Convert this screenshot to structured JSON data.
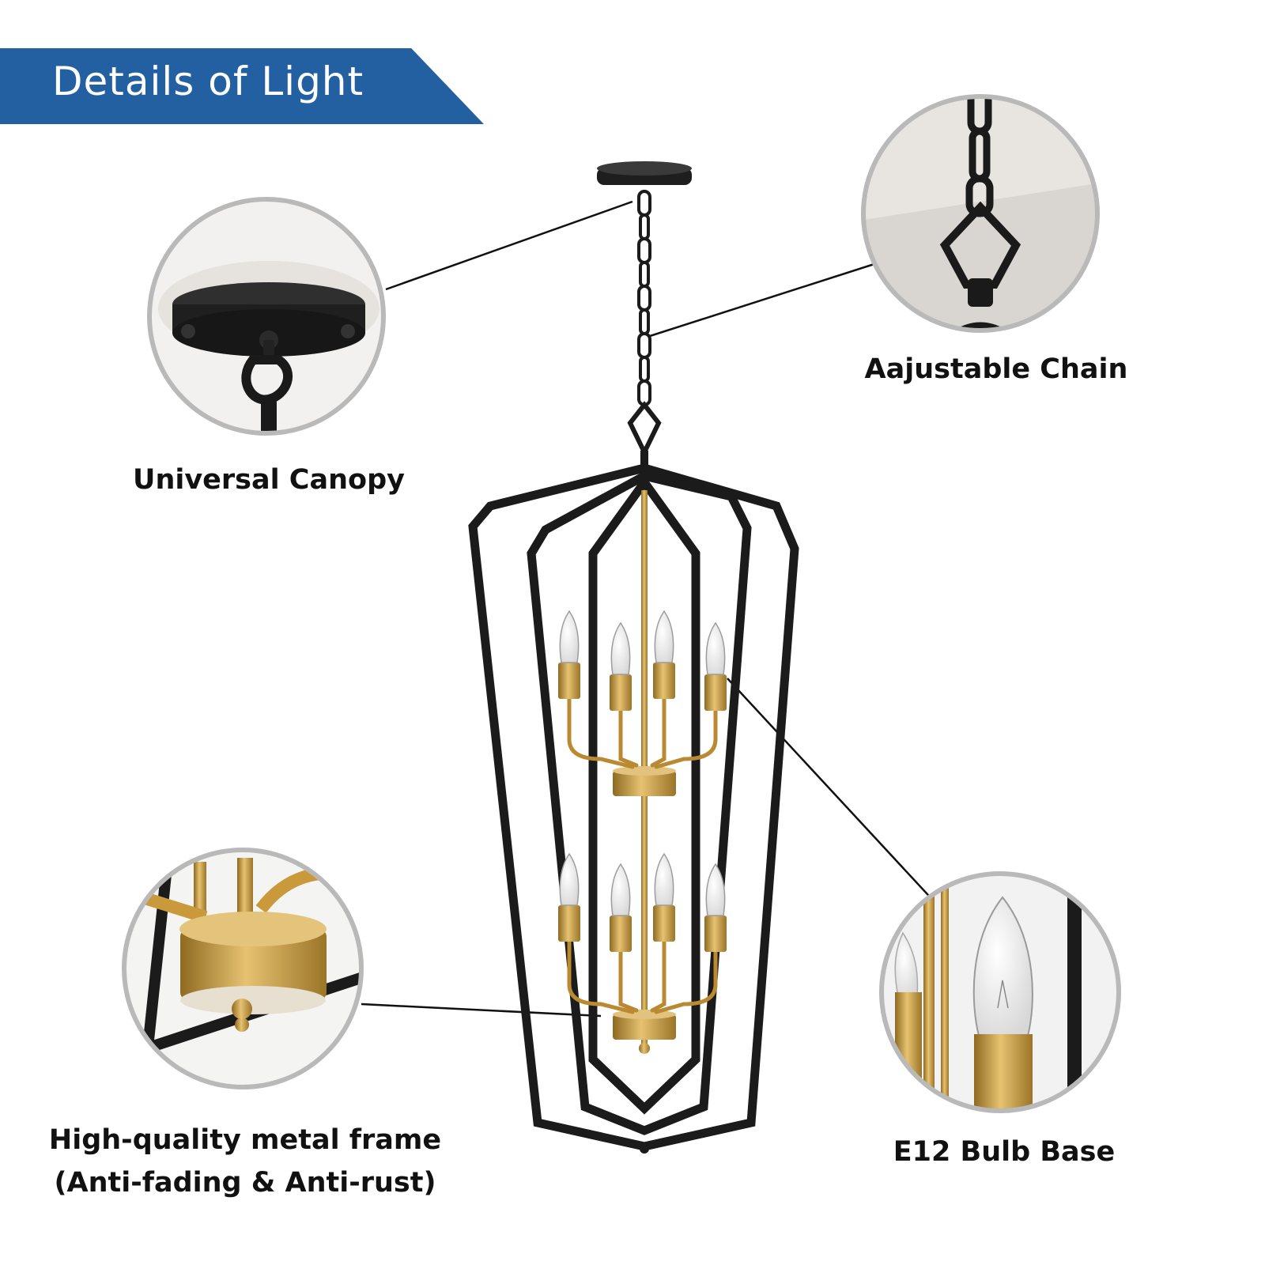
{
  "header": {
    "title": "Details of Light"
  },
  "callouts": {
    "canopy": {
      "label": "Universal Canopy"
    },
    "chain": {
      "label": "Aajustable Chain"
    },
    "frame": {
      "label_line1": "High-quality metal frame",
      "label_line2": "(Anti-fading & Anti-rust)"
    },
    "bulb": {
      "label": "E12 Bulb Base"
    }
  },
  "colors": {
    "banner": "#2260a1",
    "frame_black": "#1b1b1b",
    "brass": "#c9993c",
    "circle_border": "#b9b9b9"
  }
}
